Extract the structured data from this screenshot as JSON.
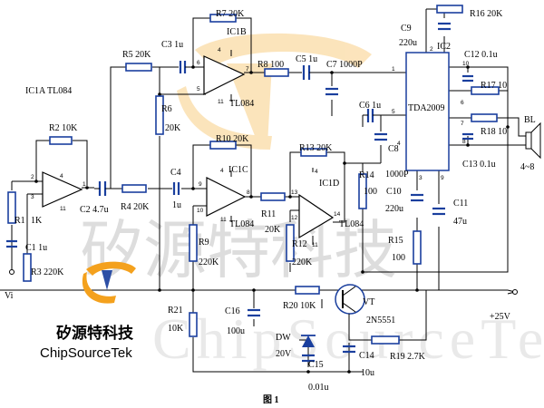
{
  "labels": {
    "ic1a": "IC1A  TL084",
    "ic1b": "IC1B",
    "ic1b_part": "TL084",
    "ic1c": "IC1C",
    "ic1c_part": "TL084",
    "ic1d": "IC1D",
    "ic1d_part": "TL084",
    "ic2": "IC2",
    "ic2_part": "TDA2009",
    "r1": "R1",
    "r1_val": "1K",
    "r2": "R2  10K",
    "r3": "R3   220K",
    "r4": "R4  20K",
    "r5": "R5  20K",
    "r6": "R6",
    "r6_val": "20K",
    "r7": "R7  20K",
    "r8": "R8  100",
    "r9": "R9",
    "r9_val": "220K",
    "r10": "R10  20K",
    "r11": "R11",
    "r11_val": "20K",
    "r12": "R12",
    "r12_val": "220K",
    "r13": "R13  20K",
    "r14": "R14",
    "r14_val": "100",
    "r15": "R15",
    "r15_val": "100",
    "r16": "R16  20K",
    "r17": "R17  10",
    "r18": "R18  10",
    "r19": "R19  2.7K",
    "r20": "R20  10K",
    "r21": "R21",
    "r21_val": "10K",
    "c1": "C1  1u",
    "c2": "C2  4.7u",
    "c3": "C3  1u",
    "c4": "C4",
    "c4_val": "1u",
    "c5": "C5  1u",
    "c6": "C6  1u",
    "c7": "C7  1000P",
    "c8": "C8",
    "c8_val": "1000P",
    "c9": "C9",
    "c9_val": "220u",
    "c10": "C10",
    "c10_val": "220u",
    "c11": "C11",
    "c11_val": "47u",
    "c12": "C12  0.1u",
    "c13": "C13  0.1u",
    "c14": "C14",
    "c14_val": "10u",
    "c15": "C15",
    "c15_val": "0.01u",
    "c16": "C16",
    "c16_val": "100u",
    "dw": "DW",
    "dw_val": "20V",
    "vt": "VT",
    "vt_val": "2N5551",
    "bl": "BL",
    "bl_val": "4~8",
    "vi": "Vi",
    "vcc": "+25V",
    "caption": "图 1"
  },
  "pins": {
    "p1": "1",
    "p2": "2",
    "p3": "3",
    "p4": "4",
    "p5": "5",
    "p6": "6",
    "p7": "7",
    "p8": "8",
    "p9": "9",
    "p10": "10",
    "p11": "11",
    "p12": "12",
    "p13": "13",
    "p14": "14",
    "ic1b_4": "4",
    "ic1b_11": "11",
    "ic1c_4": "4",
    "ic1c_11": "11",
    "ic1d_4": "4",
    "ic1d_11": "11",
    "ic1a_4": "4",
    "ic1a_11": "11",
    "ic2_1": "1",
    "ic2_2": "2",
    "ic2_3": "3",
    "ic2_4": "4",
    "ic2_5": "5",
    "ic2_6": "6",
    "ic2_7": "7",
    "ic2_8": "8",
    "ic2_9": "9",
    "ic2_10": "10"
  },
  "watermark": {
    "cn": "矽源特科技",
    "en": "ChipSourceTek",
    "bg_cn": "矽源特科技",
    "bg_en": "ChipSourceTek"
  },
  "colors": {
    "component": "#1a3f9e",
    "wire": "#000000",
    "watermark_orange": "#f4a11d",
    "watermark_blue": "#2d4fa5",
    "watermark_gray": "#c8c8c8"
  }
}
